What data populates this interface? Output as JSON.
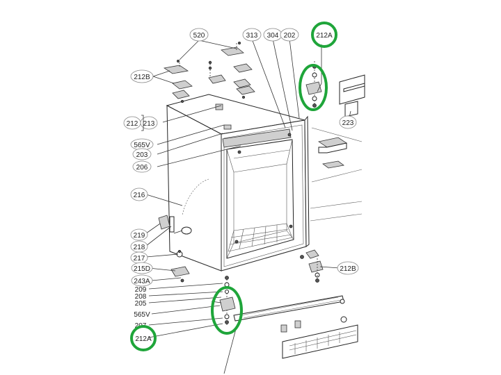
{
  "diagram": {
    "labels": {
      "l520": "520",
      "l313": "313",
      "l304": "304",
      "l202": "202",
      "l212A_top": "212A",
      "l212B_left": "212B",
      "l212": "212",
      "l213": "213",
      "l223": "223",
      "l565V_top": "565V",
      "l203": "203",
      "l206": "206",
      "l216": "216",
      "l219": "219",
      "l218": "218",
      "l217": "217",
      "l215D": "215D",
      "l243A": "243A",
      "l209": "209",
      "l208": "208",
      "l205": "205",
      "l565V_bottom": "565V",
      "l207": "207",
      "l212A_bottom": "212A",
      "l212B_right": "212B"
    },
    "highlight_color": "#1fa53a"
  }
}
